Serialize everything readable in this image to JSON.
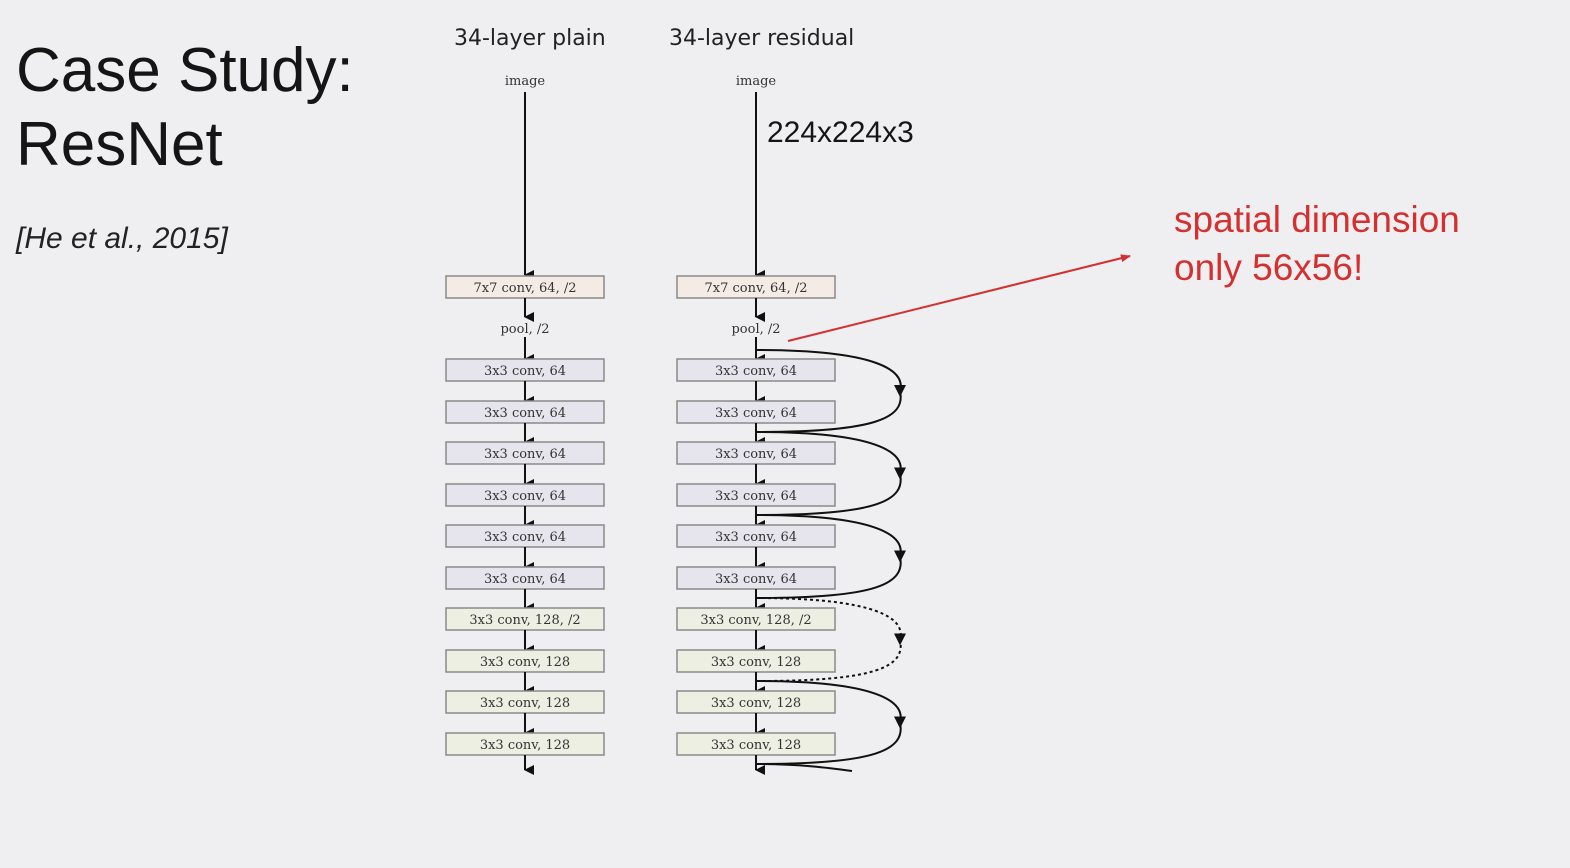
{
  "slide": {
    "title_line1": "Case Study:",
    "title_line2": "ResNet",
    "citation": "[He et al., 2015]"
  },
  "plain": {
    "title": "34-layer plain",
    "input": "image",
    "layers": [
      "7x7 conv, 64, /2",
      "pool, /2",
      "3x3 conv, 64",
      "3x3 conv, 64",
      "3x3 conv, 64",
      "3x3 conv, 64",
      "3x3 conv, 64",
      "3x3 conv, 64",
      "3x3 conv, 128, /2",
      "3x3 conv, 128",
      "3x3 conv, 128",
      "3x3 conv, 128"
    ]
  },
  "residual": {
    "title": "34-layer residual",
    "input": "image",
    "input_dims": "224x224x3",
    "layers": [
      "7x7 conv, 64, /2",
      "pool, /2",
      "3x3 conv, 64",
      "3x3 conv, 64",
      "3x3 conv, 64",
      "3x3 conv, 64",
      "3x3 conv, 64",
      "3x3 conv, 64",
      "3x3 conv, 128, /2",
      "3x3 conv, 128",
      "3x3 conv, 128",
      "3x3 conv, 128"
    ],
    "skip_styles": [
      "solid",
      "solid",
      "solid",
      "dotted",
      "solid"
    ]
  },
  "annotation": {
    "line1": "spatial dimension",
    "line2": "only 56x56!",
    "color": "#d3302f"
  },
  "colors": {
    "conv7_fill": "#f4ece4",
    "conv64_fill": "#e6e5ed",
    "conv128_fill": "#ecefe2",
    "box_stroke": "#8a8a8a"
  }
}
